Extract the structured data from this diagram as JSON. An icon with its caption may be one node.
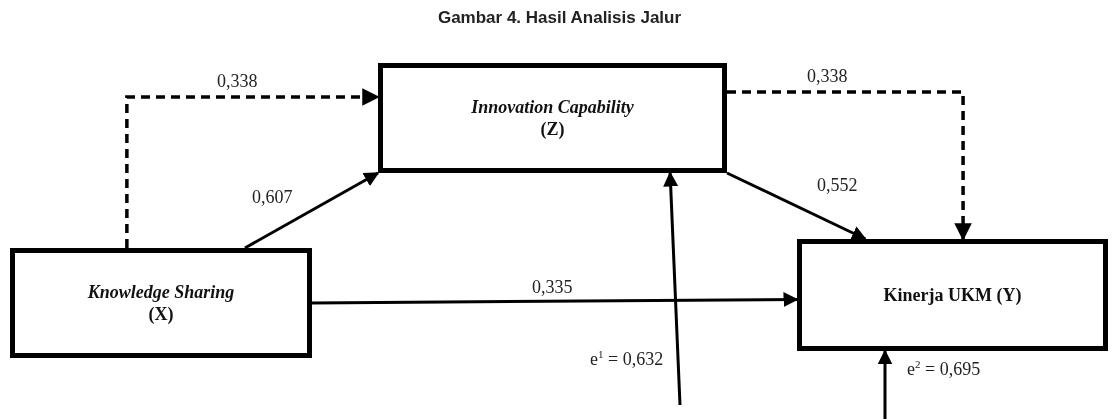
{
  "diagram": {
    "title": "Gambar 4. Hasil Analisis Jalur",
    "nodes": [
      {
        "text": [
          "Innovation Capability",
          "(Z)"
        ]
      },
      {
        "text": [
          "Knowledge Sharing",
          "(X)"
        ]
      },
      {
        "text": [
          "Kinerja UKM (Y)"
        ]
      }
    ],
    "edges": [
      {
        "from": 1,
        "to": 0,
        "arrow": "to",
        "style": "dashed",
        "label": "0,338"
      },
      {
        "from": 0,
        "to": 2,
        "arrow": "to",
        "style": "dashed",
        "label": "0,338"
      },
      {
        "from": 1,
        "to": 0,
        "arrow": "to",
        "label": "0,607"
      },
      {
        "from": 0,
        "to": 2,
        "arrow": "to",
        "label": "0,552"
      },
      {
        "from": 1,
        "to": 2,
        "arrow": "to",
        "label": "0,335"
      },
      {
        "from": null,
        "to": 0,
        "arrow": "to",
        "label": "e$^{1}$ = 0,632"
      },
      {
        "from": null,
        "to": 2,
        "arrow": "to",
        "label": "e$^{2}$ = 0,695"
      }
    ]
  }
}
